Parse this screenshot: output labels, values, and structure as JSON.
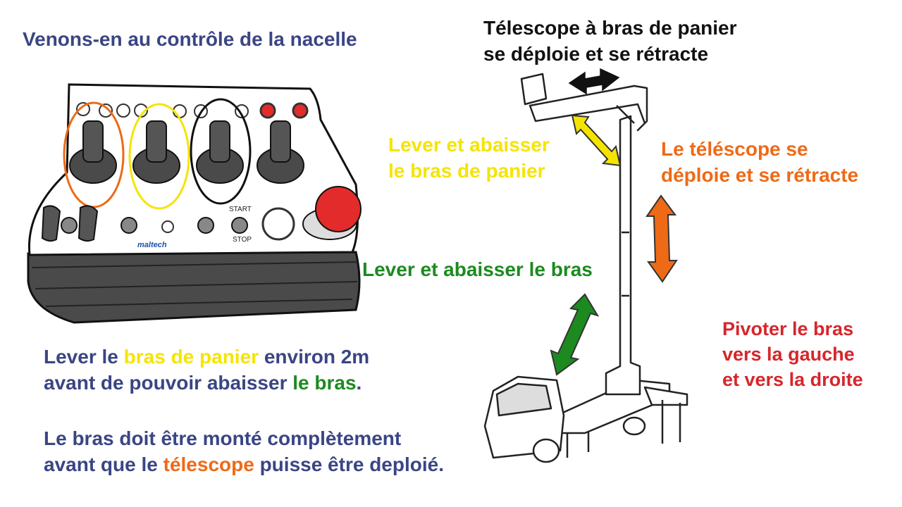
{
  "title": "Venons-en au contrôle de la nacelle",
  "telescope_top": {
    "line1": "Télescope à bras de panier",
    "line2": "se déploie et se rétracte"
  },
  "lever_panier": {
    "line1": "Lever et abaisser",
    "line2": "le bras de panier"
  },
  "telescope_right": {
    "line1": "Le téléscope se",
    "line2": "déploie et se rétracte"
  },
  "lever_bras": "Lever et abaisser le bras",
  "pivot": {
    "line1": "Pivoter le bras",
    "line2": "vers la gauche",
    "line3": "et vers la droite"
  },
  "note1": {
    "a": "Lever le ",
    "b": "bras de panier",
    "c": " environ 2m",
    "d": "avant de pouvoir abaisser ",
    "e": "le bras",
    "f": "."
  },
  "note2": {
    "a": "Le bras doit être monté complètement",
    "b": "avant que le ",
    "c": "télescope",
    "d": " puisse être deploié."
  },
  "panel": {
    "brand": "maltech",
    "start": "START",
    "stop": "STOP"
  },
  "colors": {
    "blue_text": "#3a4584",
    "yellow": "#f5e400",
    "orange": "#ee6a16",
    "green": "#1d8a20",
    "red": "#d6262b",
    "emergency": "#e32b2b"
  },
  "icons": [
    "joystick-icon",
    "toggle-switch-icon",
    "emergency-stop-icon",
    "double-arrow-icon",
    "truck-icon"
  ]
}
